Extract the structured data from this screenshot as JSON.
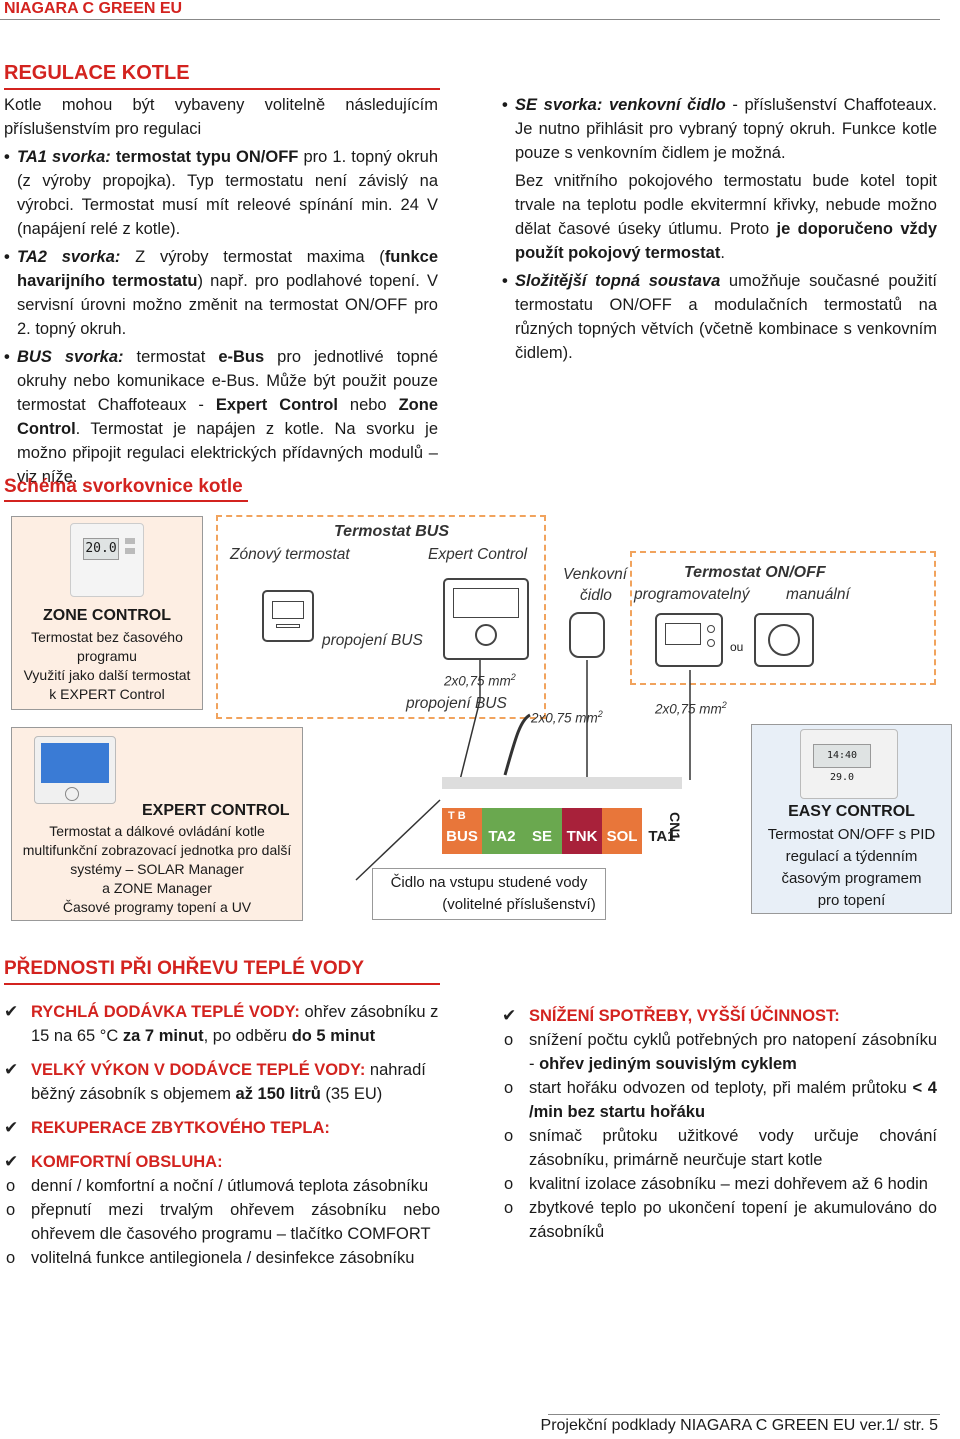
{
  "header": {
    "title": "NIAGARA C GREEN EU"
  },
  "regulace": {
    "title": "REGULACE KOTLE",
    "intro": "Kotle mohou být vybaveny volitelně následujícím příslušenstvím pro regulaci",
    "ta1_label": "TA1 svorka:",
    "ta1_bold": " termostat typu ON/OFF",
    "ta1_text": " pro 1. topný okruh (z výroby propojka). Typ termostatu není závislý na výrobci. Termostat musí mít releové spínání min. 24 V (napájení relé z kotle).",
    "ta2_label": "TA2 svorka:",
    "ta2_text1": " Z výroby termostat maxima (",
    "ta2_bold": "funkce havarijního termostatu",
    "ta2_text2": ") např. pro podlahové topení. V servisní úrovni možno změnit na termostat ON/OFF pro 2. topný okruh.",
    "bus_label": "BUS svorka:",
    "bus_text1": " termostat ",
    "bus_bold1": "e-Bus",
    "bus_text2": " pro jednotlivé topné okruhy nebo komunikace e-Bus. Může být použit pouze termostat Chaffoteaux - ",
    "bus_bold2": "Expert Control",
    "bus_text3": " nebo ",
    "bus_bold3": "Zone Control",
    "bus_text4": ". Termostat je napájen z kotle. Na svorku je možno připojit regulaci elektrických přídavných modulů – viz níže.",
    "se_label": "SE svorka: venkovní čidlo",
    "se_text": " - příslušenství Chaffoteaux. Je nutno přihlásit pro vybraný topný okruh. Funkce kotle pouze s venkovním čidlem je možná.",
    "para1": "Bez vnitřního pokojového termostatu bude kotel topit trvale na teplotu podle ekvitermní křivky, nebude možno dělat časové úseky útlumu. Proto ",
    "para1_bold": "je doporučeno vždy použít pokojový termostat",
    "para1_end": ".",
    "slozitejsi_label": "Složitější topná soustava",
    "slozitejsi_text": " umožňuje současné použití termostatu ON/OFF a modulačních termostatů na různých topných větvích (včetně kombinace s venkovním čidlem)."
  },
  "schema": {
    "title": "Schéma svorkovnice kotle",
    "zone_title": "ZONE  CONTROL",
    "zone_lines": [
      "Termostat bez časového",
      "programu",
      "Využití jako další termostat",
      "k EXPERT Control"
    ],
    "zone_display": "20.0",
    "expert_title": "EXPERT  CONTROL",
    "expert_lines": [
      "Termostat a dálkové ovládání kotle",
      "multifunkční zobrazovací jednotka pro další",
      "systémy – SOLAR Manager",
      "a ZONE Manager",
      "Časové programy topení a UV"
    ],
    "easy_title": "EASY  CONTROL",
    "easy_lines": [
      "Termostat ON/OFF s PID",
      "regulací a týdenním",
      "časovým programem",
      "pro topení"
    ],
    "easy_display": "14:40  29.0",
    "termostat_bus": "Termostat BUS",
    "zonovy": "Zónový termostat",
    "expert_ctrl": "Expert Control",
    "propojeni_bus_1": "propojení BUS",
    "propojeni_bus_2": "propojení BUS",
    "wire1": "2x0,75 mm",
    "wire2": "2x0,75 mm",
    "wire3": "2x0,75 mm",
    "sup": "2",
    "venkovni": "Venkovní",
    "cidlo": "čidlo",
    "onoff_title": "Termostat ON/OFF",
    "programovatelny": "programovatelný",
    "manualni": "manuální",
    "ou": "ou",
    "cidlo_vstup": "Čidlo na vstupu studené vody",
    "volitelne": "(volitelné příslušenství)",
    "terminals": [
      {
        "label": "BUS",
        "top": "T   B",
        "color": "#e8763a"
      },
      {
        "label": "TA2",
        "top": "",
        "color": "#6aa84f"
      },
      {
        "label": "SE",
        "top": "",
        "color": "#6aa84f"
      },
      {
        "label": "TNK",
        "top": "",
        "color": "#a8213a"
      },
      {
        "label": "SOL",
        "top": "",
        "color": "#e8763a"
      },
      {
        "label": "TA1",
        "top": "",
        "color": "#ffffff"
      }
    ],
    "cn1": "CN1"
  },
  "prednosti": {
    "title": "PŘEDNOSTI PŘI OHŘEVU TEPLÉ VODY",
    "check_icon": "check-icon",
    "rychla_label": "RYCHLÁ DODÁVKA TEPLÉ VODY:",
    "rychla_text1": " ohřev zásobníku z 15 na 65 °C ",
    "rychla_bold1": "za 7 minut",
    "rychla_text2": ", po odběru ",
    "rychla_bold2": "do 5 minut",
    "velky_label": "VELKÝ VÝKON V DODÁVCE TEPLÉ VODY:",
    "velky_text1": " nahradí běžný zásobník s objemem ",
    "velky_bold": "až 150 litrů",
    "velky_text2": " (35 EU)",
    "rekuperace_label": "REKUPERACE ZBYTKOVÉHO TEPLA:",
    "komfortni_label": "KOMFORTNÍ OBSLUHA:",
    "komfortni_items": [
      "denní / komfortní a noční / útlumová  teplota zásobníku",
      "přepnutí mezi trvalým ohřevem zásobníku nebo ohřevem dle časového programu – tlačítko COMFORT",
      "volitelná funkce antilegionela / desinfekce zásobníku"
    ],
    "snizeni_label": "SNÍŽENÍ SPOTŘEBY, VYŠŠÍ ÚČINNOST:",
    "snizeni_item1": "snížení počtu cyklů potřebných pro natopení zásobníku - ",
    "snizeni_item1_bold": "ohřev jediným souvislým cyklem",
    "snizeni_item2": "start hořáku odvozen od teploty, při malém průtoku ",
    "snizeni_item2_bold": "< 4 /min bez startu hořáku",
    "snizeni_item3": "snímač průtoku užitkové vody určuje chování zásobníku, primárně neurčuje start kotle",
    "snizeni_item4": "kvalitní izolace zásobníku – mezi dohřevem až 6 hodin",
    "snizeni_item5": "zbytkové teplo po ukončení topení je akumulováno do zásobníků"
  },
  "footer": {
    "text": "Projekční podklady NIAGARA C GREEN EU ver.1/ str. 5"
  }
}
